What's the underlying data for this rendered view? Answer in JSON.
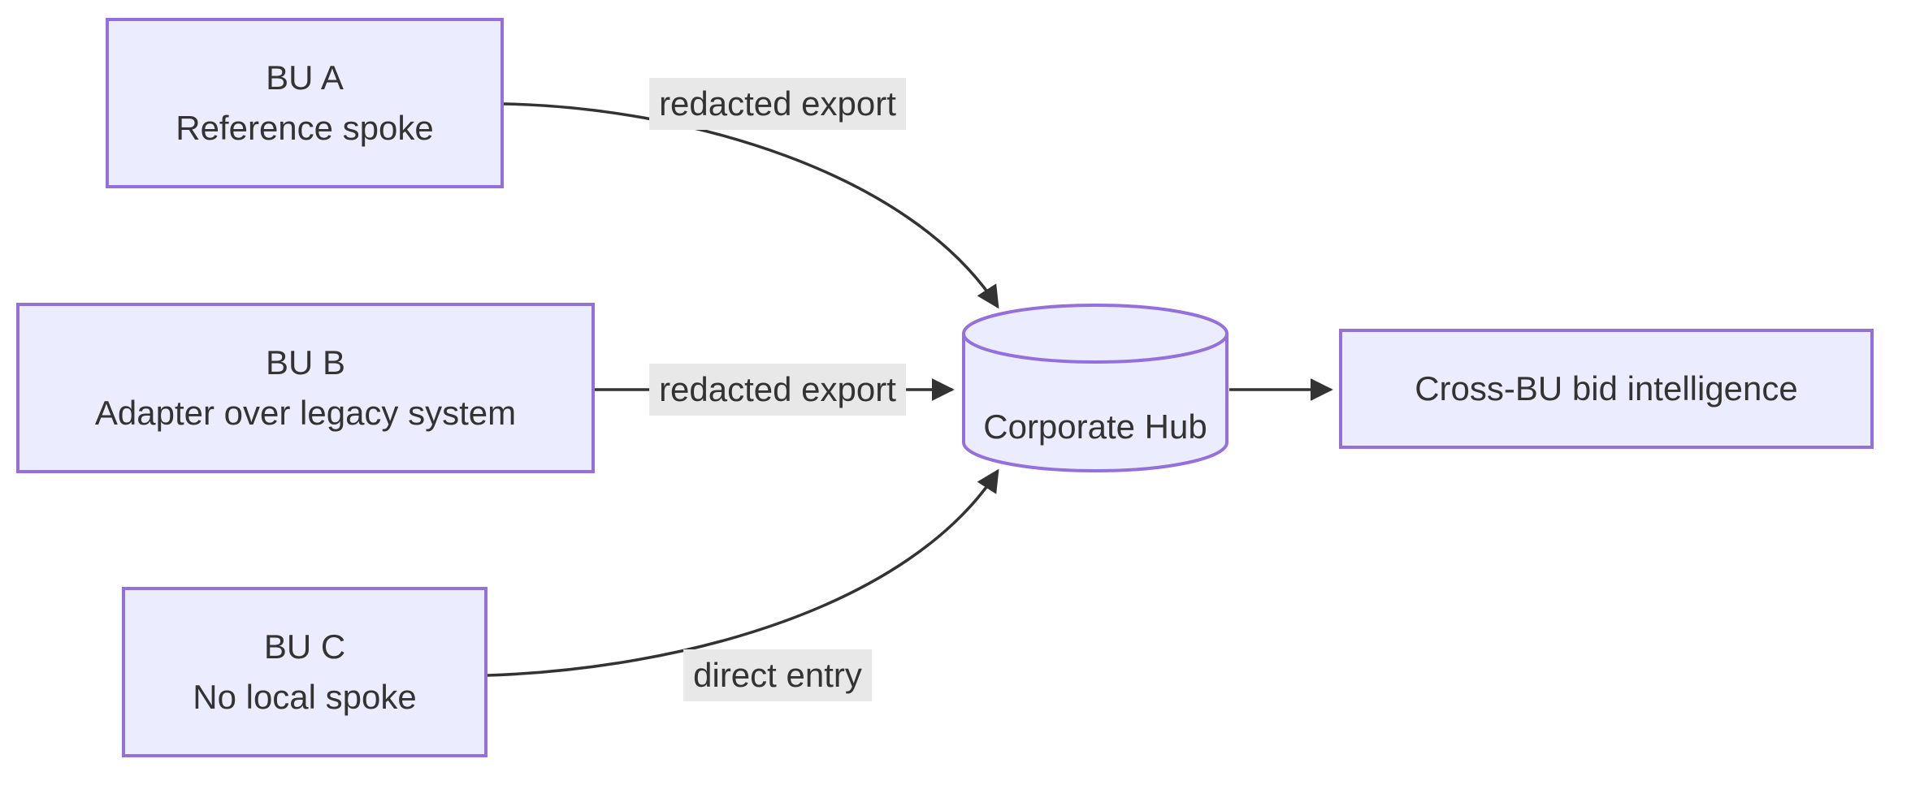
{
  "diagram": {
    "type": "flowchart",
    "nodes": {
      "bu_a": {
        "line1": "BU A",
        "line2": "Reference spoke"
      },
      "bu_b": {
        "line1": "BU B",
        "line2": "Adapter over legacy system"
      },
      "bu_c": {
        "line1": "BU C",
        "line2": "No local spoke"
      },
      "hub": {
        "label": "Corporate Hub",
        "shape": "cylinder"
      },
      "intel": {
        "label": "Cross-BU bid intelligence"
      }
    },
    "edges": [
      {
        "from": "bu_a",
        "to": "hub",
        "label": "redacted export"
      },
      {
        "from": "bu_b",
        "to": "hub",
        "label": "redacted export"
      },
      {
        "from": "bu_c",
        "to": "hub",
        "label": "direct entry"
      },
      {
        "from": "hub",
        "to": "intel",
        "label": ""
      }
    ],
    "colors": {
      "node_fill": "#ECECFF",
      "node_border": "#9370DB",
      "edge_stroke": "#333333",
      "text": "#333333",
      "edge_label_bg": "#e8e8e8",
      "background": "#ffffff"
    }
  }
}
